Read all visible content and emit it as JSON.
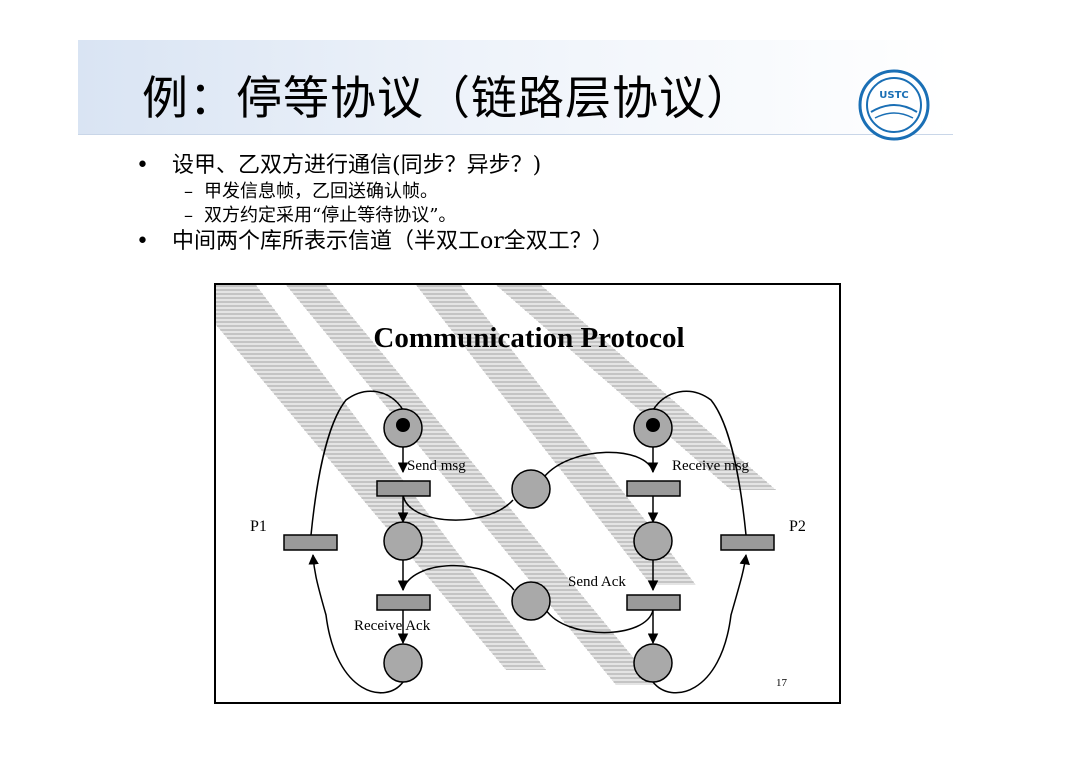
{
  "slide": {
    "title": "例：停等协议（链路层协议）",
    "bullets": [
      {
        "text": "设甲、乙双方进行通信(同步？异步？)",
        "level": 1
      },
      {
        "text": "甲发信息帧，乙回送确认帧。",
        "level": 2
      },
      {
        "text": "双方约定采用“停止等待协议”。",
        "level": 2
      },
      {
        "text": "中间两个库所表示信道（半双工or全双工？）",
        "level": 1
      }
    ]
  },
  "logo": {
    "text": "USTC",
    "icon": "ustc-seal-icon",
    "color": "#1a6fb5"
  },
  "figure": {
    "title": "Communication Protocol",
    "labels": {
      "send_msg": "Send msg",
      "receive_msg": "Receive msg",
      "send_ack": "Send Ack",
      "receive_ack": "Receive Ack",
      "p1": "P1",
      "p2": "P2"
    },
    "page_number": "17",
    "colors": {
      "place_fill": "#a9a9a9",
      "transition_fill": "#9a9a9a"
    }
  }
}
